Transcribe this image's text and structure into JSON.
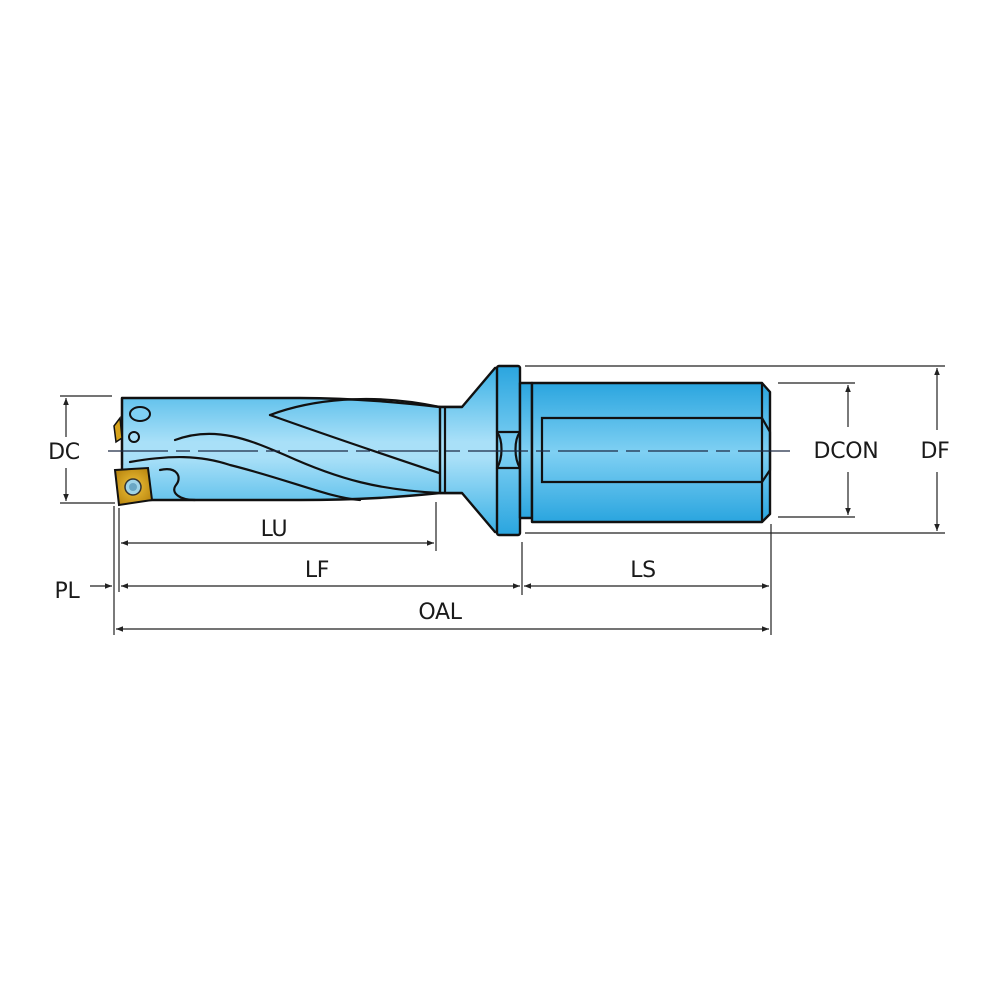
{
  "diagram": {
    "subject": "Indexable insert drill with cylindrical flanged shank",
    "colors": {
      "body_light": "#b8e6fb",
      "body_mid": "#6cc9f0",
      "body_dark": "#2fa8e0",
      "insert_gold": "#d6a21a",
      "insert_dark": "#8a6410",
      "line": "#111111"
    },
    "dimensions": {
      "dc": "DC",
      "dcon": "DCON",
      "df": "DF",
      "lu": "LU",
      "lf": "LF",
      "ls": "LS",
      "pl": "PL",
      "oal": "OAL"
    }
  }
}
